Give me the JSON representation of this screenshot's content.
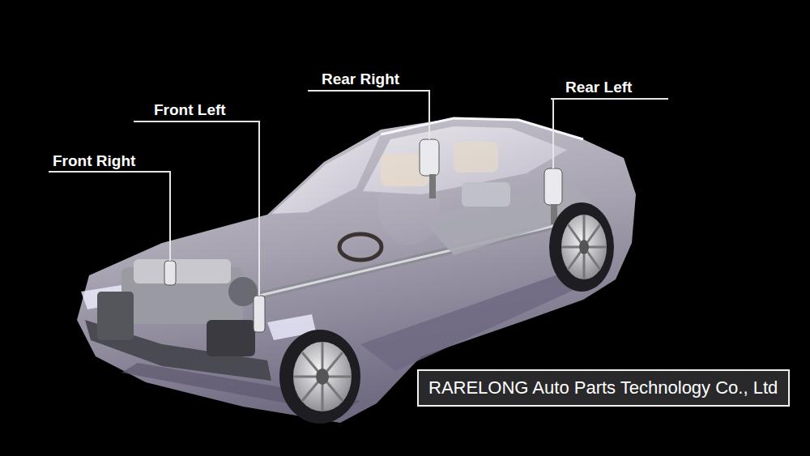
{
  "diagram": {
    "nodes": [
      {
        "text": [
          "RARELONG Auto Parts Technology Co., Ltd"
        ]
      }
    ],
    "labels": [
      "Rear Right",
      "Rear Left",
      "Front Left",
      "Front Right"
    ]
  }
}
